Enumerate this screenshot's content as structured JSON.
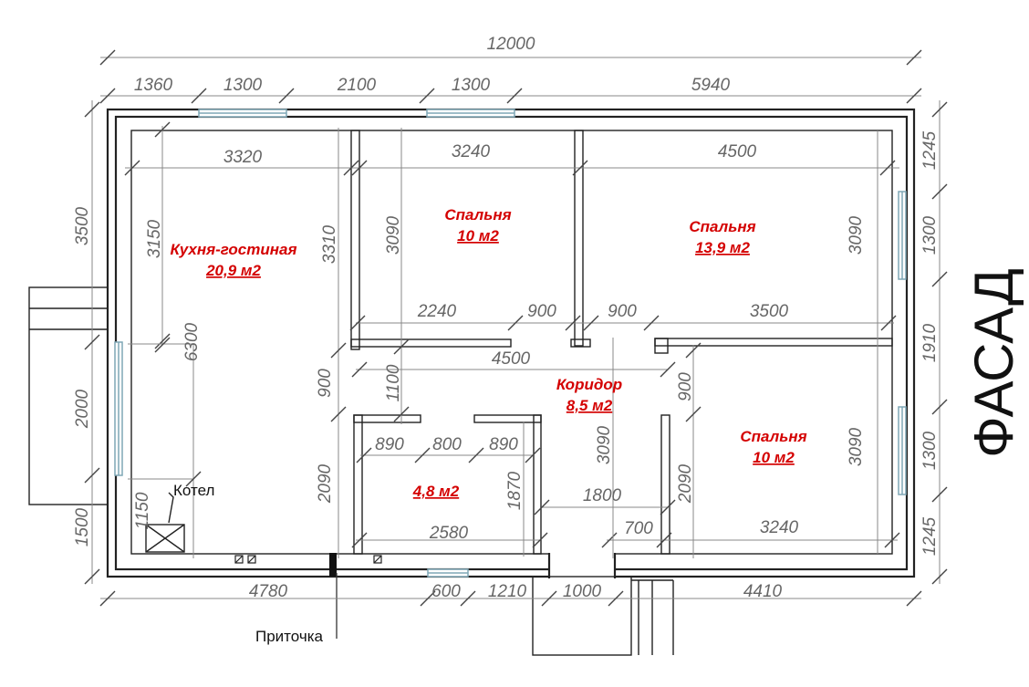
{
  "facade": "ФАСАД",
  "dims": {
    "total_width": "12000",
    "top_segments": [
      "1360",
      "1300",
      "2100",
      "1300",
      "5940"
    ],
    "bottom_segments": [
      "4780",
      "600",
      "1210",
      "1000",
      "4410"
    ],
    "left_segments": [
      "3500",
      "2000",
      "1500"
    ],
    "right_segments": [
      "1245",
      "1300",
      "1910",
      "1300",
      "1245"
    ],
    "kitchen_width": "3320",
    "bed1_width": "3240",
    "bed2_width": "4500",
    "corridor_a": "2240",
    "corridor_b": "900",
    "corridor_c": "900",
    "corridor_d": "3500",
    "corridor_width": "4500",
    "bath_a": "890",
    "bath_b": "800",
    "bath_c": "890",
    "bath_width": "2580",
    "corr_1800": "1800",
    "corr_700": "700",
    "bed3_width": "3240",
    "kitchen_h1": "3150",
    "kitchen_h2": "6300",
    "kitchen_h3": "1150",
    "kitchen_partition": "3310",
    "v_900_left": "900",
    "v_1100": "1100",
    "v_2090_left": "2090",
    "bed1_h": "3090",
    "bed2_h": "3090",
    "bath_h": "1870",
    "corr_3090": "3090",
    "v_900_right": "900",
    "v_2090_right": "2090",
    "bed3_h": "3090"
  },
  "rooms": {
    "kitchen": {
      "name": "Кухня-гостиная",
      "area": "20,9 м2"
    },
    "bed1": {
      "name": "Спальня",
      "area": "10 м2"
    },
    "bed2": {
      "name": "Спальня",
      "area": "13,9 м2"
    },
    "corridor": {
      "name": "Коридор",
      "area": "8,5 м2"
    },
    "bathroom": {
      "area": "4,8  м2"
    },
    "bed3": {
      "name": "Спальня",
      "area": "10 м2"
    }
  },
  "labels": {
    "boiler": "Котел",
    "inlet": "Приточка"
  }
}
